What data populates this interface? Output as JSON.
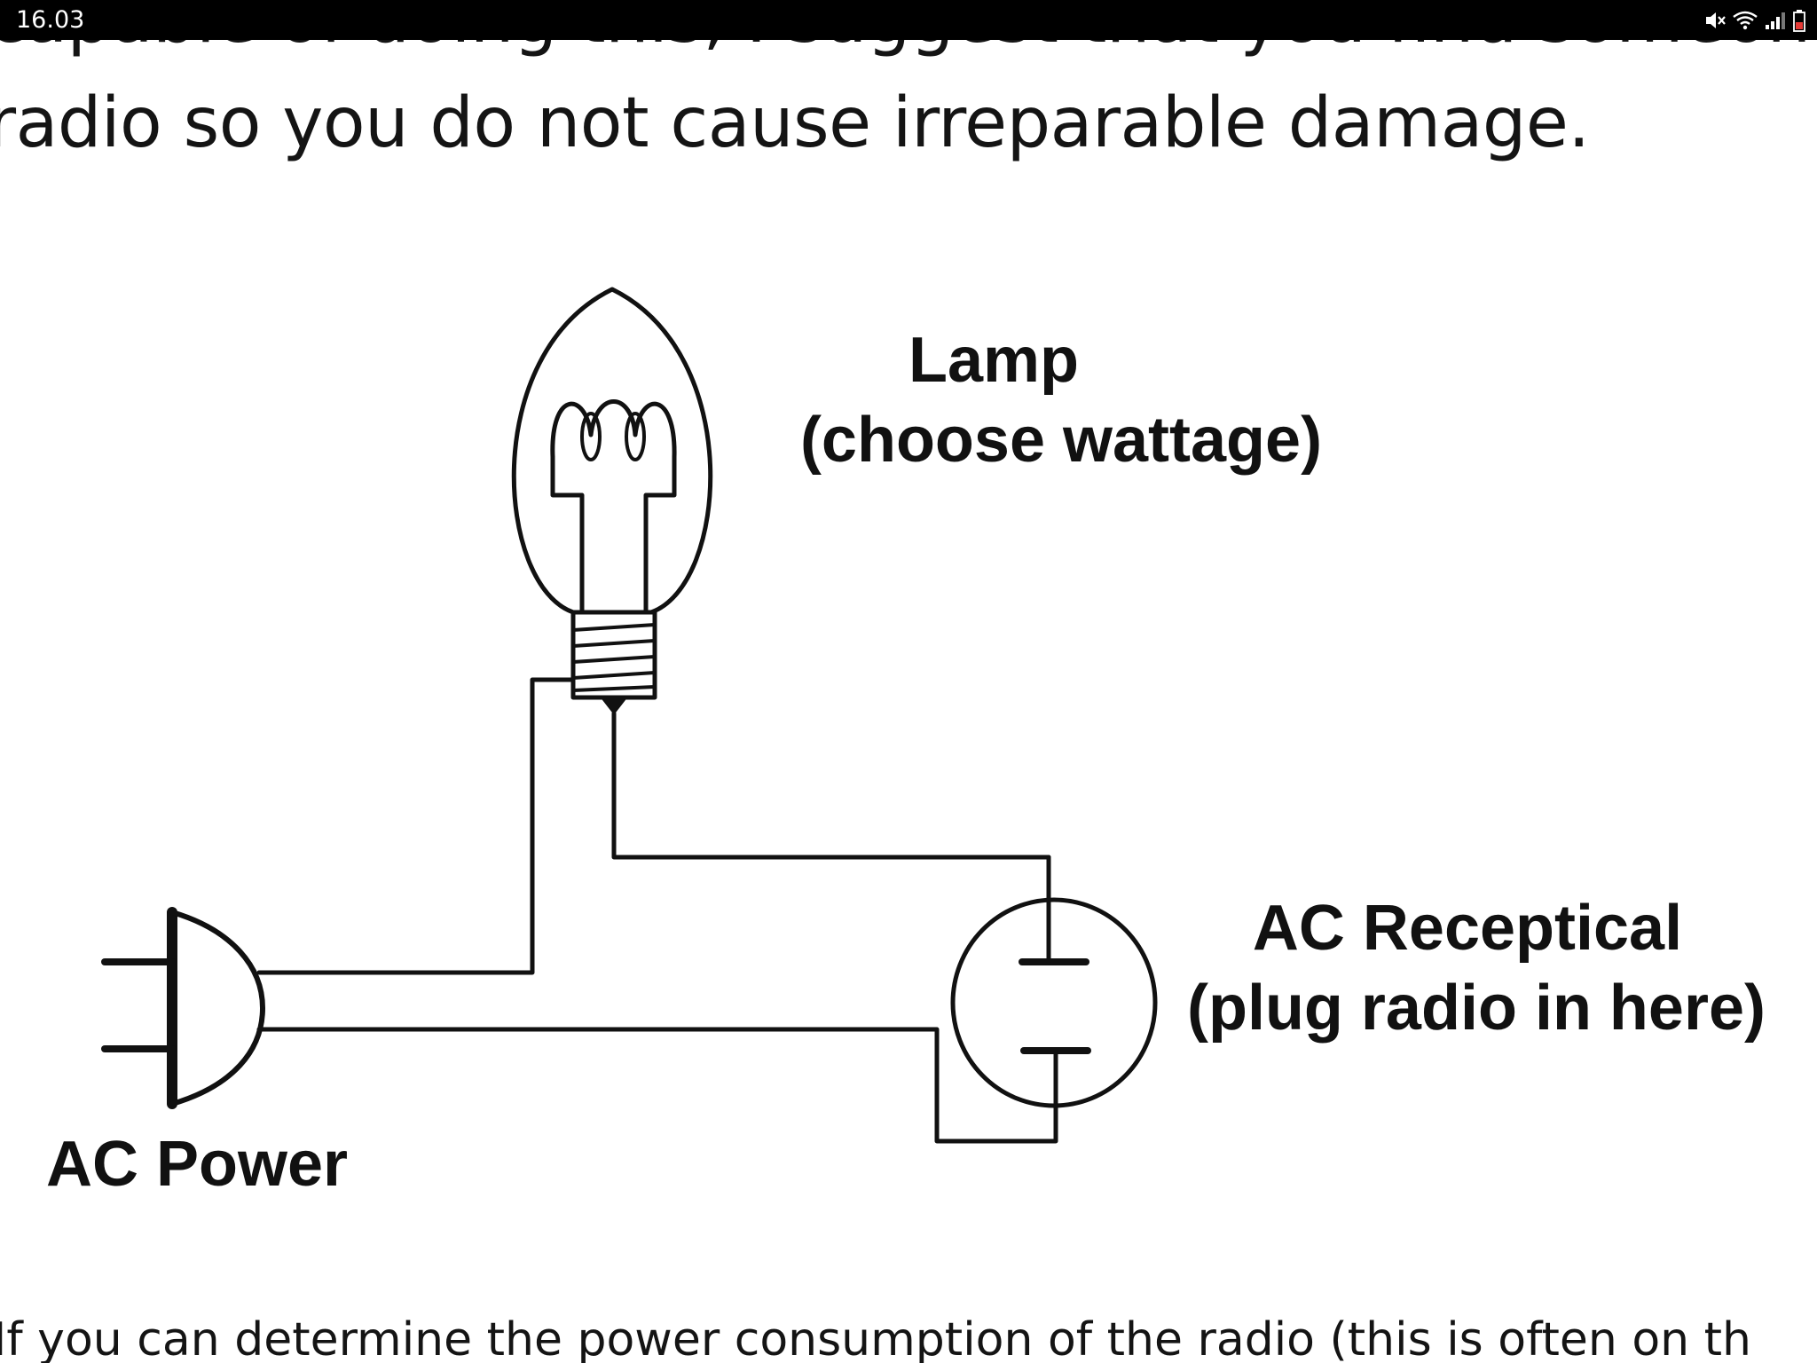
{
  "status_bar": {
    "time": "16.03",
    "icons": [
      "mute-icon",
      "wifi-icon",
      "signal-icon",
      "battery-icon"
    ],
    "battery_color": "#e53935"
  },
  "article": {
    "line_1": "capable of doing this, I suggest that you find someone w",
    "line_2": "radio so you do not cause irreparable damage.",
    "bottom_line": "If you can determine the power consumption of the radio (this is often on th"
  },
  "diagram": {
    "lamp_label": "Lamp",
    "lamp_sublabel": "(choose wattage)",
    "receptacle_label": "AC Receptical",
    "receptacle_sublabel": "(plug radio in here)",
    "power_label": "AC Power"
  }
}
